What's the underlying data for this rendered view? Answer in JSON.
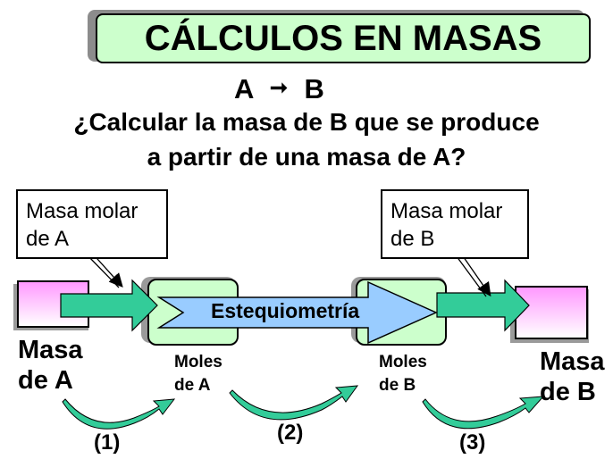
{
  "title": "CÁLCULOS EN MASAS",
  "reaction": {
    "a": "A",
    "b": "B"
  },
  "question": {
    "line1": "¿Calcular la masa de B que se produce",
    "line2": "a partir de una masa de A?"
  },
  "notes": {
    "left": {
      "line1": "Masa molar",
      "line2": "de A"
    },
    "right": {
      "line1": "Masa molar",
      "line2": "de B"
    }
  },
  "stoichiometry_label": "Estequiometría",
  "labels": {
    "mass_a": {
      "line1": "Masa",
      "line2": "de A"
    },
    "mass_b": {
      "line1": "Masa",
      "line2": "de B"
    },
    "moles_a": {
      "line1": "Moles",
      "line2": "de A"
    },
    "moles_b": {
      "line1": "Moles",
      "line2": "de B"
    }
  },
  "steps": [
    "(1)",
    "(2)",
    "(3)"
  ],
  "colors": {
    "title_fill": "#ccffcc",
    "moles_fill": "#ccffcc",
    "big_arrow_fill": "#99ccff",
    "small_arrow_fill": "#33cc99",
    "mass_gradient_top": "#ff99ff"
  }
}
